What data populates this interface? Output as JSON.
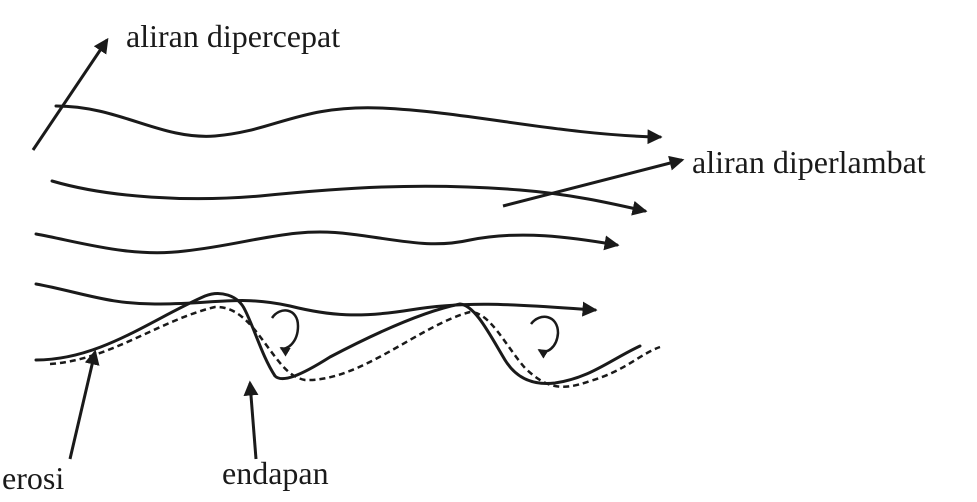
{
  "labels": {
    "accelerated_flow": "aliran dipercepat",
    "decelerated_flow": "aliran diperlambat",
    "erosion": "erosi",
    "deposition": "endapan"
  },
  "colors": {
    "ink": "#1a1a1a",
    "background": "#ffffff"
  }
}
